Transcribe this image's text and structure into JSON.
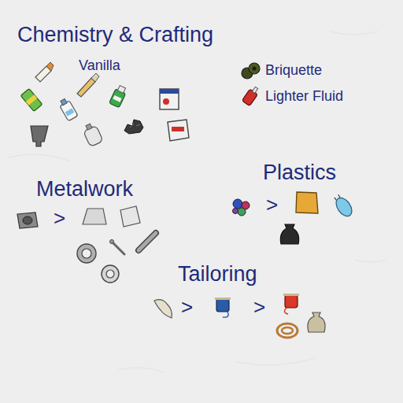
{
  "diagram": {
    "labels": [
      "Chemistry & Crafting",
      "Vanilla",
      "Briquette",
      "Lighter Fluid",
      "Metalwork",
      ">",
      "Plastics",
      ">",
      "Tailoring",
      ">",
      ">"
    ]
  }
}
